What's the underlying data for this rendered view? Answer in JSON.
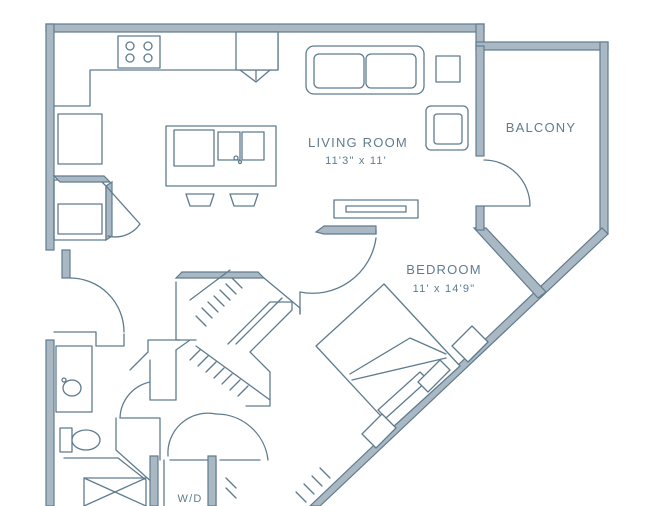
{
  "rooms": {
    "living": {
      "name": "LIVING ROOM",
      "dims": "11'3\" x 11'"
    },
    "balcony": {
      "name": "BALCONY"
    },
    "bedroom": {
      "name": "BEDROOM",
      "dims": "11' x 14'9\""
    },
    "laundry": {
      "name": "W/D"
    }
  },
  "colors": {
    "line": "#5f7c8f",
    "wall_fill": "#a9b8c2",
    "background": "#ffffff"
  }
}
